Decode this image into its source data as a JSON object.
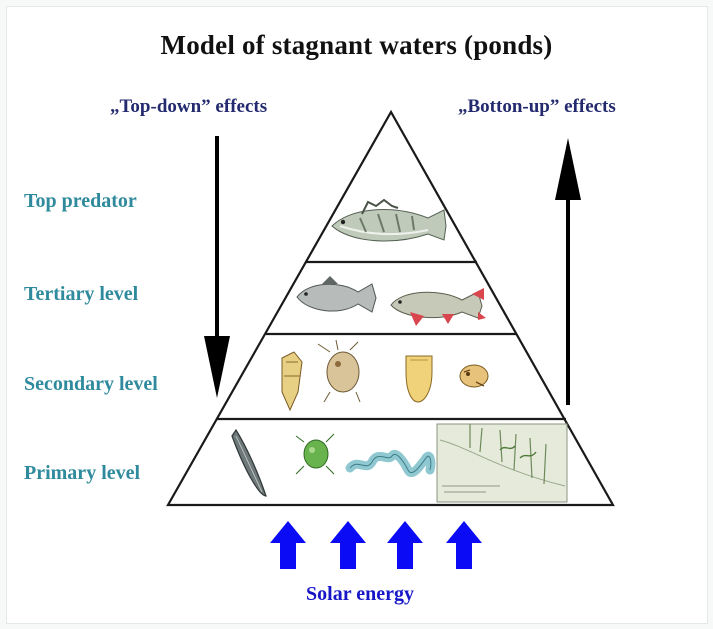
{
  "title": "Model of stagnant waters (ponds)",
  "effects": {
    "top_down": "„Top-down” effects",
    "bottom_up": "„Botton-up” effects"
  },
  "levels": [
    {
      "id": "top-predator",
      "label": "Top predator"
    },
    {
      "id": "tertiary",
      "label": "Tertiary level"
    },
    {
      "id": "secondary",
      "label": "Secondary level"
    },
    {
      "id": "primary",
      "label": "Primary level"
    }
  ],
  "solar_energy": "Solar energy",
  "colors": {
    "title": "#111111",
    "effects": "#232a6e",
    "level_labels": "#2e8a9c",
    "solar_arrows": "#0b0bf5",
    "solar_text": "#1717c8"
  },
  "icons": {
    "top_down_arrow": "down-arrow-icon",
    "bottom_up_arrow": "up-arrow-icon",
    "solar_arrows": "blue-up-arrow-icon"
  }
}
